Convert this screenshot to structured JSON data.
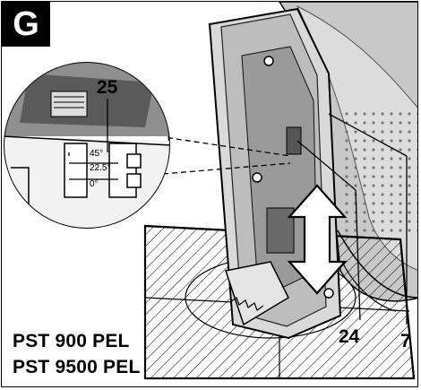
{
  "figure": {
    "badge": "G",
    "models": [
      "PST 900 PEL",
      "PST 9500 PEL"
    ],
    "callouts": {
      "detail": "25",
      "lever": "24",
      "plate": "7"
    },
    "angles": [
      "45°",
      "22.5°",
      "0°"
    ]
  }
}
